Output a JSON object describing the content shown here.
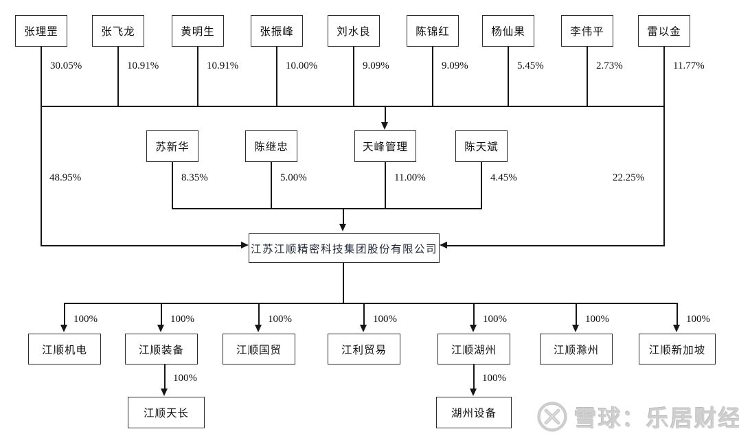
{
  "colors": {
    "line": "#161616",
    "box_border": "#2b2b2b",
    "text": "#111111",
    "company_text": "#222a38",
    "watermark": "#cfcfcf",
    "background": "#ffffff"
  },
  "top_shareholders": [
    {
      "name": "张理罡",
      "pct": "30.05%"
    },
    {
      "name": "张飞龙",
      "pct": "10.91%"
    },
    {
      "name": "黄明生",
      "pct": "10.91%"
    },
    {
      "name": "张振峰",
      "pct": "10.00%"
    },
    {
      "name": "刘水良",
      "pct": "9.09%"
    },
    {
      "name": "陈锦红",
      "pct": "9.09%"
    },
    {
      "name": "杨仙果",
      "pct": "5.45%"
    },
    {
      "name": "李伟平",
      "pct": "2.73%"
    },
    {
      "name": "雷以金",
      "pct": "11.77%"
    }
  ],
  "mid_level": {
    "left_direct_pct": "48.95%",
    "right_direct_pct": "22.25%",
    "boxes": [
      {
        "name": "苏新华",
        "pct": "8.35%"
      },
      {
        "name": "陈继忠",
        "pct": "5.00%"
      },
      {
        "name": "天峰管理",
        "pct": "11.00%"
      },
      {
        "name": "陈天斌",
        "pct": "4.45%"
      }
    ]
  },
  "company": {
    "name": "江苏江顺精密科技集团股份有限公司"
  },
  "subsidiaries": [
    {
      "name": "江顺机电",
      "pct": "100%"
    },
    {
      "name": "江顺装备",
      "pct": "100%"
    },
    {
      "name": "江顺国贸",
      "pct": "100%"
    },
    {
      "name": "江利贸易",
      "pct": "100%"
    },
    {
      "name": "江顺湖州",
      "pct": "100%"
    },
    {
      "name": "江顺滁州",
      "pct": "100%"
    },
    {
      "name": "江顺新加坡",
      "pct": "100%"
    }
  ],
  "sub_subsidiaries": [
    {
      "name": "江顺天长",
      "pct": "100%"
    },
    {
      "name": "湖州设备",
      "pct": "100%"
    }
  ],
  "watermark": {
    "text": "雪球：乐居财经",
    "logo": "xueqiu-logo"
  }
}
